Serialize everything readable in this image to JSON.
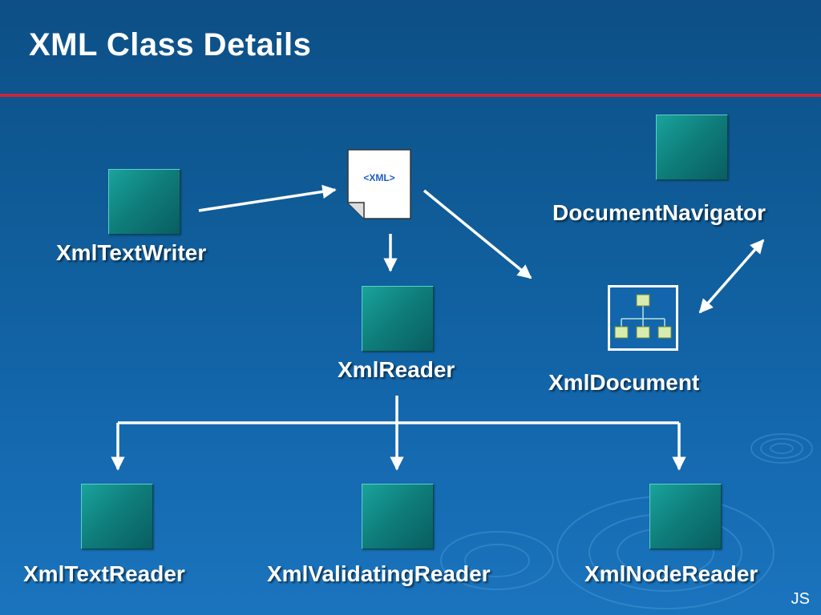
{
  "slide": {
    "title": "XML Class Details",
    "footer": "JS"
  },
  "document_icon": {
    "label": "<XML>"
  },
  "nodes": {
    "xml_text_writer": "XmlTextWriter",
    "xml_reader": "XmlReader",
    "xml_document": "XmlDocument",
    "document_navigator": "DocumentNavigator",
    "xml_text_reader": "XmlTextReader",
    "xml_validating_reader": "XmlValidatingReader",
    "xml_node_reader": "XmlNodeReader"
  },
  "colors": {
    "background": "#1366ab",
    "title_rule": "#c8283c",
    "box": "#0f7f7c",
    "text": "#ffffff"
  }
}
